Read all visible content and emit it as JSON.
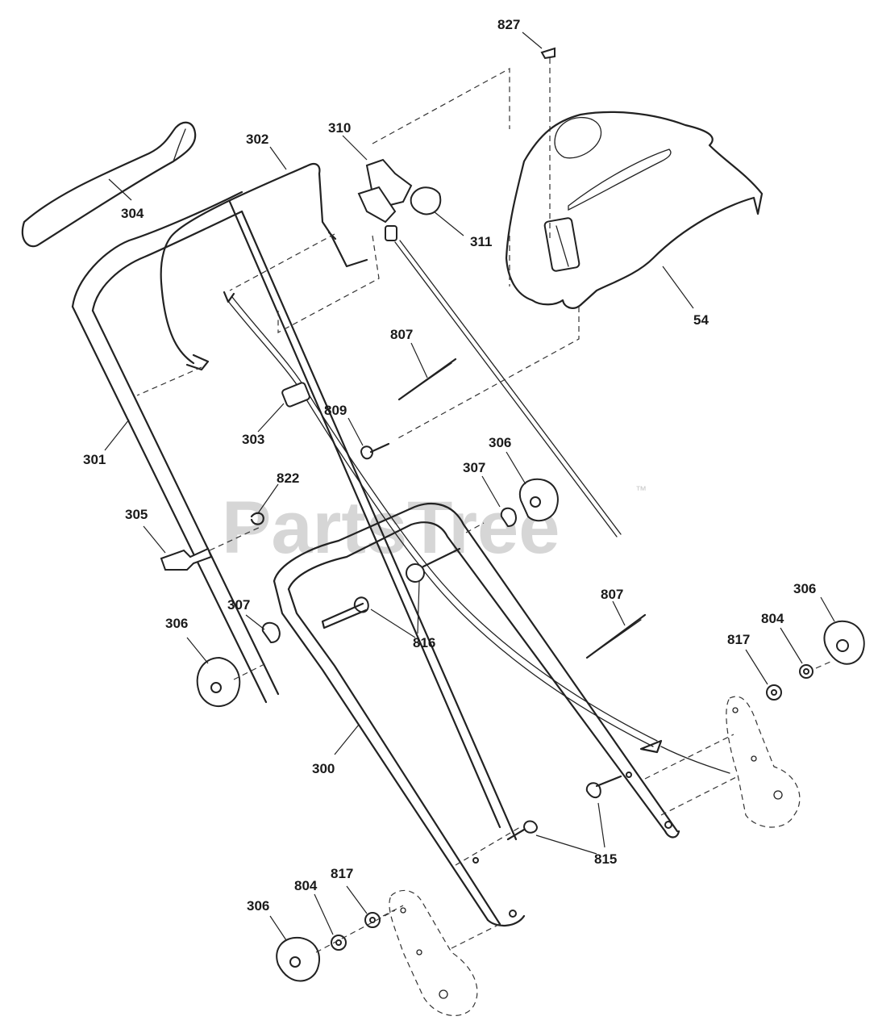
{
  "watermark": {
    "text": "PartsTree",
    "trademark": "™"
  },
  "callouts": [
    {
      "id": "c827",
      "text": "827"
    },
    {
      "id": "c310",
      "text": "310"
    },
    {
      "id": "c302",
      "text": "302"
    },
    {
      "id": "c304",
      "text": "304"
    },
    {
      "id": "c311",
      "text": "311"
    },
    {
      "id": "c54",
      "text": "54"
    },
    {
      "id": "c807a",
      "text": "807"
    },
    {
      "id": "c809",
      "text": "809"
    },
    {
      "id": "c303",
      "text": "303"
    },
    {
      "id": "c301",
      "text": "301"
    },
    {
      "id": "c306a",
      "text": "306"
    },
    {
      "id": "c307a",
      "text": "307"
    },
    {
      "id": "c822",
      "text": "822"
    },
    {
      "id": "c305",
      "text": "305"
    },
    {
      "id": "c807b",
      "text": "807"
    },
    {
      "id": "c306b",
      "text": "306"
    },
    {
      "id": "c804a",
      "text": "804"
    },
    {
      "id": "c817a",
      "text": "817"
    },
    {
      "id": "c306c",
      "text": "306"
    },
    {
      "id": "c307b",
      "text": "307"
    },
    {
      "id": "c816",
      "text": "816"
    },
    {
      "id": "c300",
      "text": "300"
    },
    {
      "id": "c815",
      "text": "815"
    },
    {
      "id": "c817b",
      "text": "817"
    },
    {
      "id": "c804b",
      "text": "804"
    },
    {
      "id": "c306d",
      "text": "306"
    }
  ]
}
